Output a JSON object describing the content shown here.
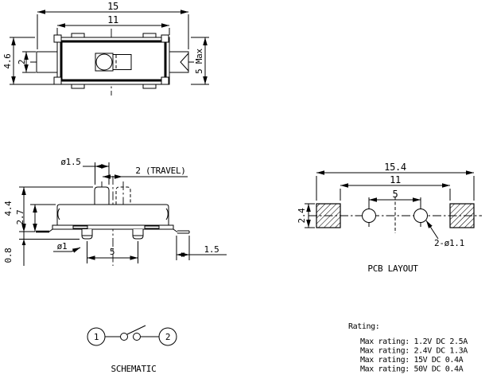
{
  "colors": {
    "background": "#ffffff",
    "line": "#000000"
  },
  "top_view": {
    "dim_overall_width": "15",
    "dim_body_width": "11",
    "dim_overall_height": "4.6",
    "dim_actuator_height": "2",
    "dim_max_height": "5 Max"
  },
  "side_view": {
    "dim_knob_diameter": "ø1.5",
    "dim_travel": "2 (TRAVEL)",
    "dim_overall_height": "4.4",
    "dim_body_height": "2.7",
    "dim_pin_diameter": "ø1",
    "dim_pin_protrusion": "0.8",
    "dim_pin_pitch": "5",
    "dim_terminal_width": "1.5"
  },
  "pcb_layout": {
    "title": "PCB LAYOUT",
    "dim_pad_span_outer": "15.4",
    "dim_pad_span_inner": "11",
    "dim_hole_pitch": "5",
    "dim_pad_height": "2.4",
    "dim_holes": "2-ø1.1"
  },
  "schematic": {
    "title": "SCHEMATIC",
    "terminal_1": "1",
    "terminal_2": "2"
  },
  "rating": {
    "title": "Rating:",
    "lines": [
      "Max rating: 1.2V DC 2.5A",
      "Max rating: 2.4V DC 1.3A",
      "Max rating: 15V DC 0.4A",
      "Max rating: 50V DC 0.4A"
    ]
  }
}
